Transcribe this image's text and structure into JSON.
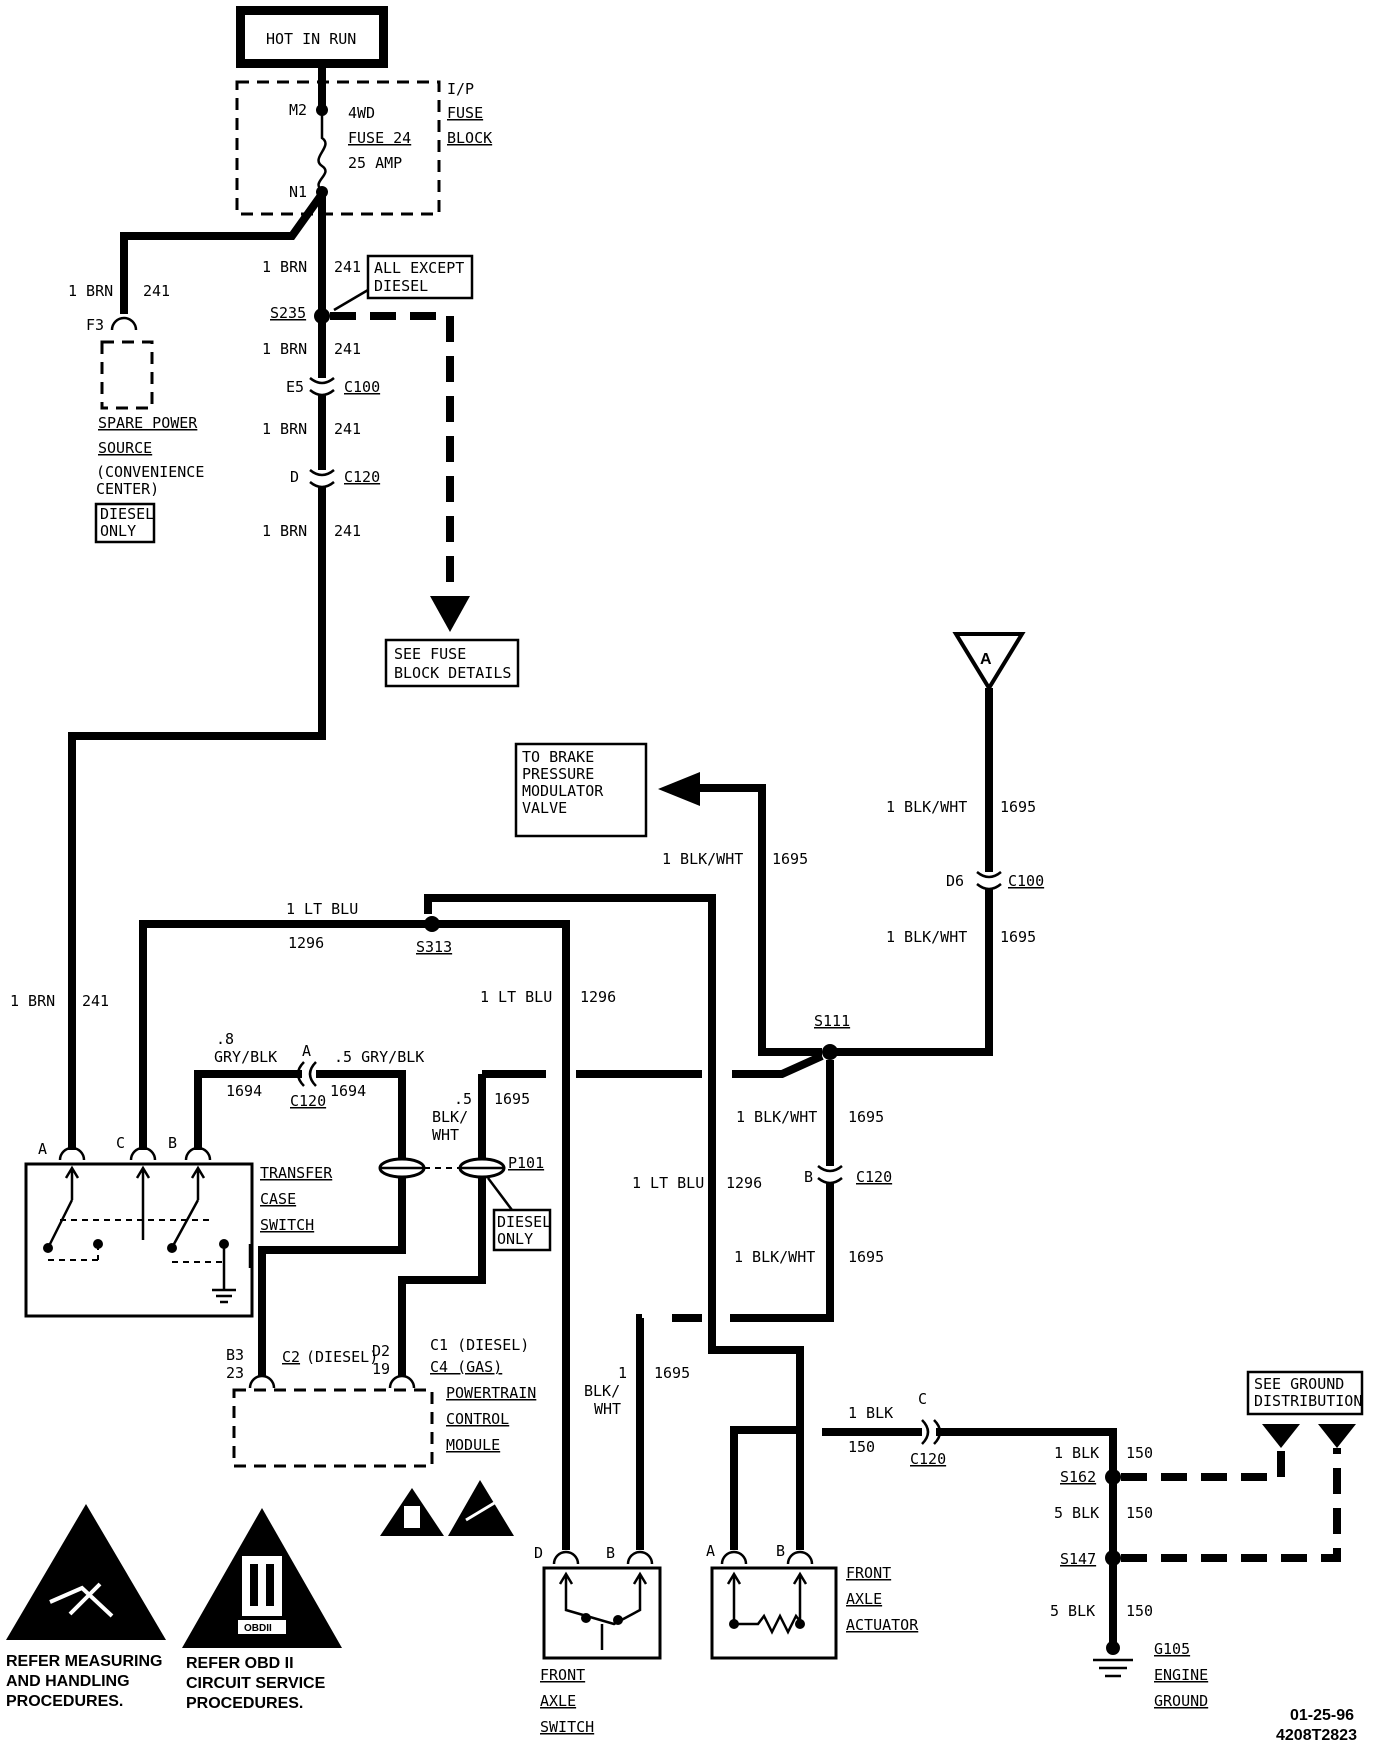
{
  "labels": {
    "hot_in_run": "HOT IN RUN",
    "ip_fuse_block": [
      "I/P",
      "FUSE",
      "BLOCK"
    ],
    "fuse": [
      "4WD",
      "FUSE 24",
      "25 AMP"
    ],
    "m2": "M2",
    "n1": "N1",
    "f3": "F3",
    "spare_power": [
      "SPARE POWER",
      "SOURCE",
      "(CONVENIENCE",
      "CENTER)"
    ],
    "diesel_only": [
      "DIESEL",
      "ONLY"
    ],
    "all_except_diesel": [
      "ALL EXCEPT",
      "DIESEL"
    ],
    "see_fuse_block": [
      "SEE FUSE",
      "BLOCK DETAILS"
    ],
    "to_brake": [
      "TO BRAKE",
      "PRESSURE",
      "MODULATOR",
      "VALVE"
    ],
    "transfer_case_switch": [
      "TRANSFER",
      "CASE",
      "SWITCH"
    ],
    "pcm": [
      "POWERTRAIN",
      "CONTROL",
      "MODULE"
    ],
    "front_axle_switch": [
      "FRONT",
      "AXLE",
      "SWITCH"
    ],
    "front_axle_actuator": [
      "FRONT",
      "AXLE",
      "ACTUATOR"
    ],
    "see_ground": [
      "SEE GROUND",
      "DISTRIBUTION"
    ],
    "g105": [
      "G105",
      "ENGINE",
      "GROUND"
    ],
    "refer_measuring": [
      "REFER MEASURING",
      "AND HANDLING",
      "PROCEDURES."
    ],
    "refer_obd": [
      "REFER  OBD II",
      "CIRCUIT SERVICE",
      "PROCEDURES."
    ],
    "obd_icon_text": "OBDII",
    "date_code": [
      "01-25-96",
      "4208T2823"
    ],
    "triangle_a": "A"
  },
  "wires": {
    "brn": "1 BRN",
    "c241": "241",
    "ltblu": "1 LT BLU",
    "c1296": "1296",
    "blkwht": "1 BLK/WHT",
    "c1695": "1695",
    "gryblk8": [
      ".8",
      "GRY/BLK"
    ],
    "gryblk5": ".5 GRY/BLK",
    "c1694": "1694",
    "blkwht5": [
      ".5",
      "BLK/",
      "WHT"
    ],
    "blkwht1": [
      "1",
      "BLK/",
      "WHT"
    ],
    "blk1": "1 BLK",
    "blk5": "5 BLK",
    "c150": "150"
  },
  "connectors": {
    "s235": "S235",
    "s313": "S313",
    "s111": "S111",
    "s162": "S162",
    "s147": "S147",
    "c100": "C100",
    "c120": "C120",
    "p101": "P101",
    "e5": "E5",
    "d": "D",
    "d6": "D6",
    "a": "A",
    "b": "B",
    "c": "C",
    "b3": "B3",
    "n23": "23",
    "c2d": "C2",
    "diesel_paren": "(DIESEL)",
    "d2": "D2",
    "n19": "19",
    "c1d": "C1 (DIESEL)",
    "c4g": "C4 (GAS)"
  }
}
